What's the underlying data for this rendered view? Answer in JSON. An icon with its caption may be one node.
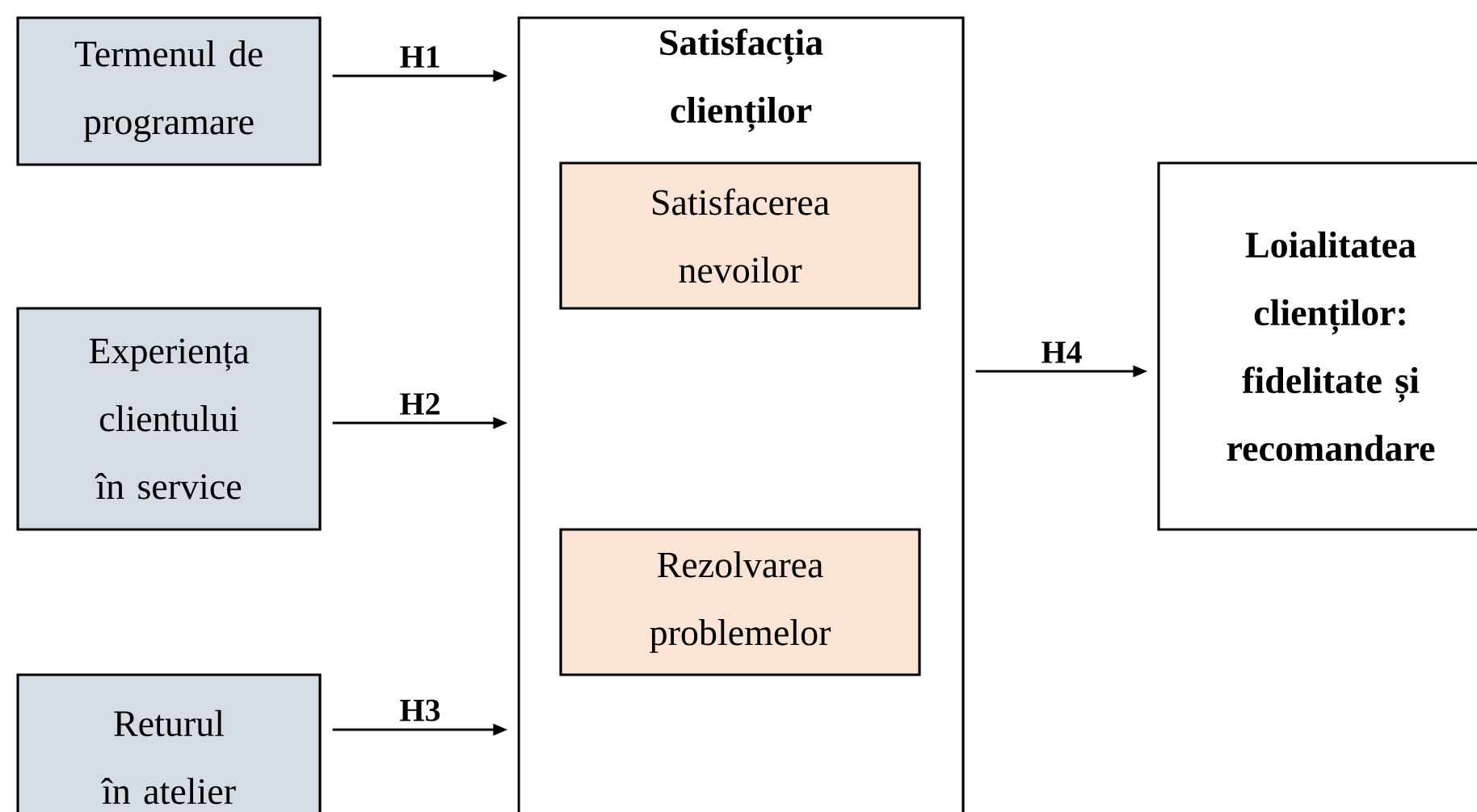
{
  "diagram": {
    "nodes": [
      {
        "text": [
          "Termenul de programare"
        ]
      },
      {
        "text": [
          "Experiența clientului în service"
        ]
      },
      {
        "text": [
          "Returul în atelier"
        ]
      },
      {
        "text": [
          "Satisfacția clienților"
        ]
      },
      {
        "text": [
          "Satisfacerea nevoilor"
        ],
        "in": 3
      },
      {
        "text": [
          "Rezolvarea problemelor"
        ],
        "in": 3
      },
      {
        "text": [
          "Loialitatea clienților: fidelitate și recomandare"
        ]
      }
    ],
    "edges": [
      {
        "from": 0,
        "to": 3,
        "arrow": "to",
        "label": "H1"
      },
      {
        "from": 1,
        "to": 3,
        "arrow": "to",
        "label": "H2"
      },
      {
        "from": 2,
        "to": 3,
        "arrow": "to",
        "label": "H3"
      },
      {
        "from": 3,
        "to": 6,
        "arrow": "to",
        "label": "H4"
      }
    ]
  }
}
